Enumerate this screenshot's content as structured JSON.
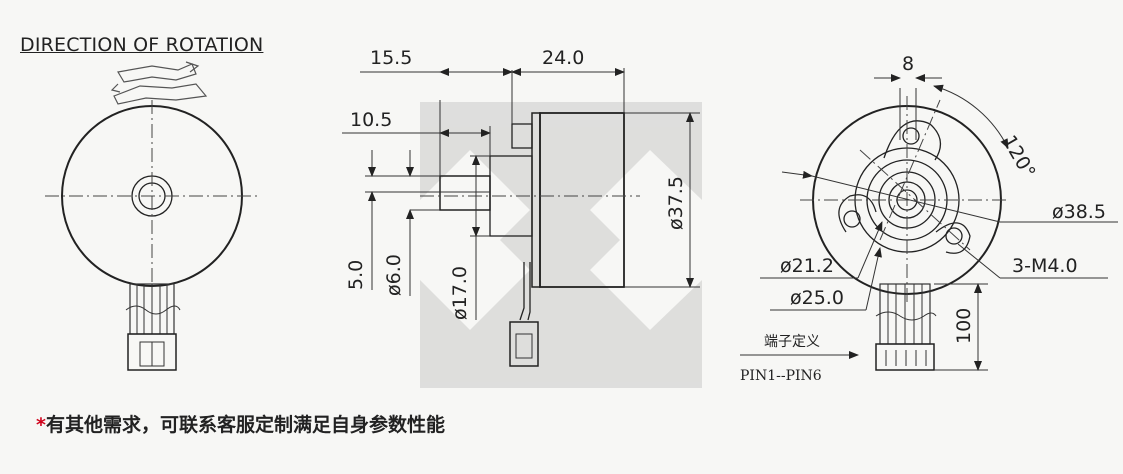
{
  "title": "DIRECTION OF ROTATION",
  "dimensions": {
    "shaft_len": "15.5",
    "body_len": "24.0",
    "flange_len": "10.5",
    "body_dia": "ø37.5",
    "flat": "5.0",
    "shaft_dia": "ø6.0",
    "boss_dia": "ø17.0",
    "slot_width": "8",
    "angle": "120°",
    "flange_dia": "ø38.5",
    "hole_pcd": "ø21.2",
    "pcd2": "ø25.0",
    "holes": "3-M4.0",
    "lead_len": "100"
  },
  "terminal": {
    "label": "端子定义",
    "pins": "PIN1--PIN6"
  },
  "note": {
    "star": "*",
    "text": "有其他需求，可联系客服定制满足自身参数性能"
  }
}
